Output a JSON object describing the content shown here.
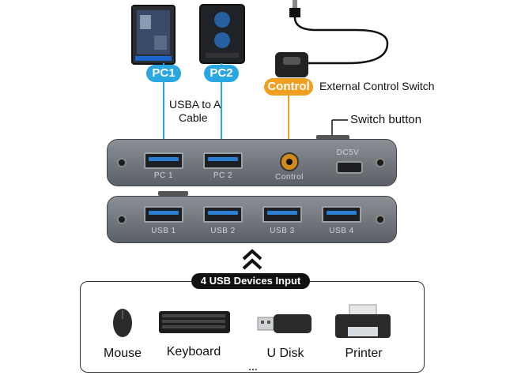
{
  "labels": {
    "pc1": "PC1",
    "pc2": "PC2",
    "control": "Control",
    "external_control_switch": "External Control Switch",
    "cable_line1": "USBA to A",
    "cable_line2": "Cable",
    "switch_button": "Switch button"
  },
  "top_panel": {
    "port1": "PC 1",
    "port2": "PC 2",
    "control": "Control",
    "dc": "DC5V"
  },
  "bottom_panel": {
    "ports": [
      "USB 1",
      "USB 2",
      "USB 3",
      "USB 4"
    ]
  },
  "devices_box": {
    "title": "4 USB Devices Input",
    "devices": [
      "Mouse",
      "Keyboard",
      "U Disk",
      "Printer"
    ],
    "more": "..."
  },
  "colors": {
    "pc_blue": "#2aa6e0",
    "control_orange": "#f0a020",
    "led_blue": "#2a7fd0"
  }
}
